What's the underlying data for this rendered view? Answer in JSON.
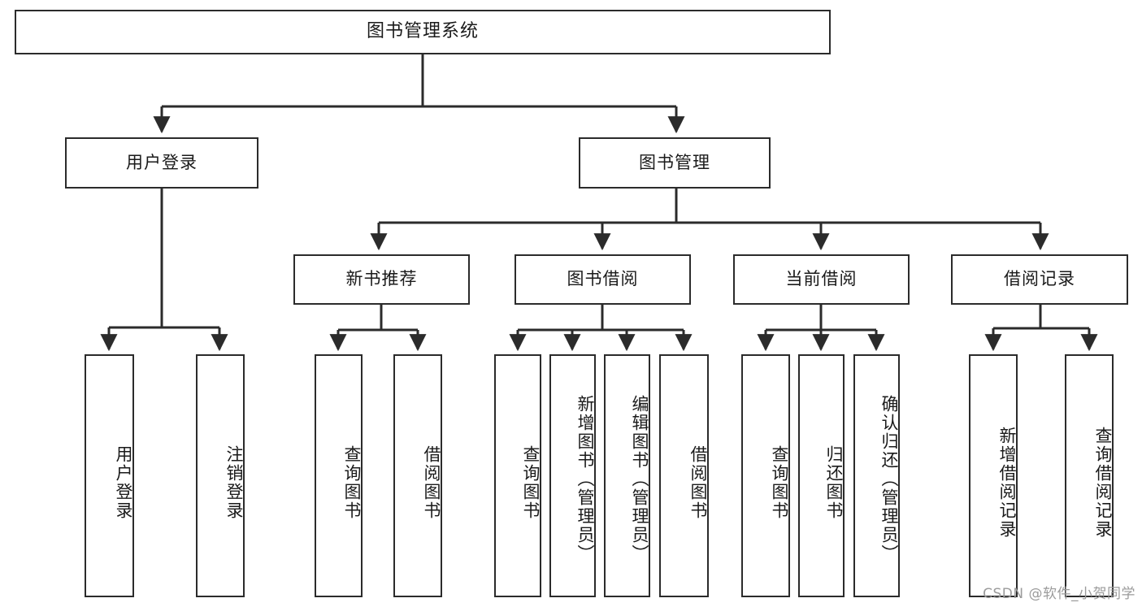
{
  "diagram": {
    "type": "tree",
    "title": "图书管理系统",
    "orientation": "top-down",
    "colors": {
      "box_border": "#2b2b2b",
      "box_fill": "#ffffff",
      "edge": "#2b2b2b",
      "text": "#1a1a1a",
      "watermark": "#9b9b9b"
    }
  },
  "nodes": {
    "root": {
      "label": "图书管理系统"
    },
    "level2": [
      {
        "label": "用户登录"
      },
      {
        "label": "图书管理"
      }
    ],
    "level3": [
      {
        "label": "新书推荐"
      },
      {
        "label": "图书借阅"
      },
      {
        "label": "当前借阅"
      },
      {
        "label": "借阅记录"
      }
    ],
    "leaves": {
      "user_login": [
        {
          "label": "用户登录"
        },
        {
          "label": "注销登录"
        }
      ],
      "new_book": [
        {
          "label": "查询图书"
        },
        {
          "label": "借阅图书"
        }
      ],
      "book_borrow": [
        {
          "label": "查询图书"
        },
        {
          "label": "新增图书（管理员）"
        },
        {
          "label": "编辑图书（管理员）"
        },
        {
          "label": "借阅图书"
        }
      ],
      "current_borrow": [
        {
          "label": "查询图书"
        },
        {
          "label": "归还图书"
        },
        {
          "label": "确认归还（管理员）"
        }
      ],
      "borrow_record": [
        {
          "label": "新增借阅记录"
        },
        {
          "label": "查询借阅记录"
        }
      ]
    }
  },
  "watermark": {
    "text": "CSDN @软件_小贺同学"
  }
}
